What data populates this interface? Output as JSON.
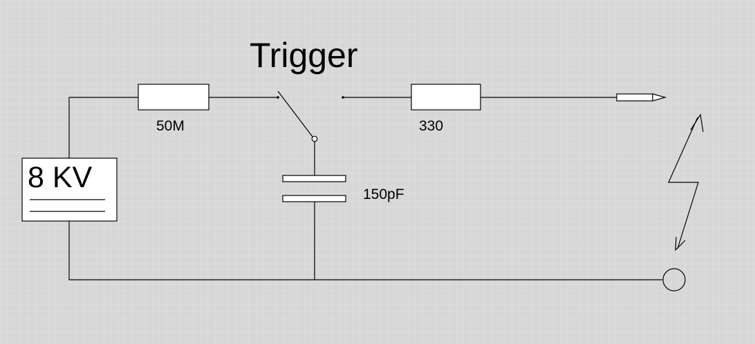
{
  "diagram": {
    "title": "Trigger",
    "source": {
      "label": "8 KV"
    },
    "resistor_left": {
      "value": "50M"
    },
    "resistor_right": {
      "value": "330"
    },
    "capacitor": {
      "value": "150pF"
    }
  }
}
